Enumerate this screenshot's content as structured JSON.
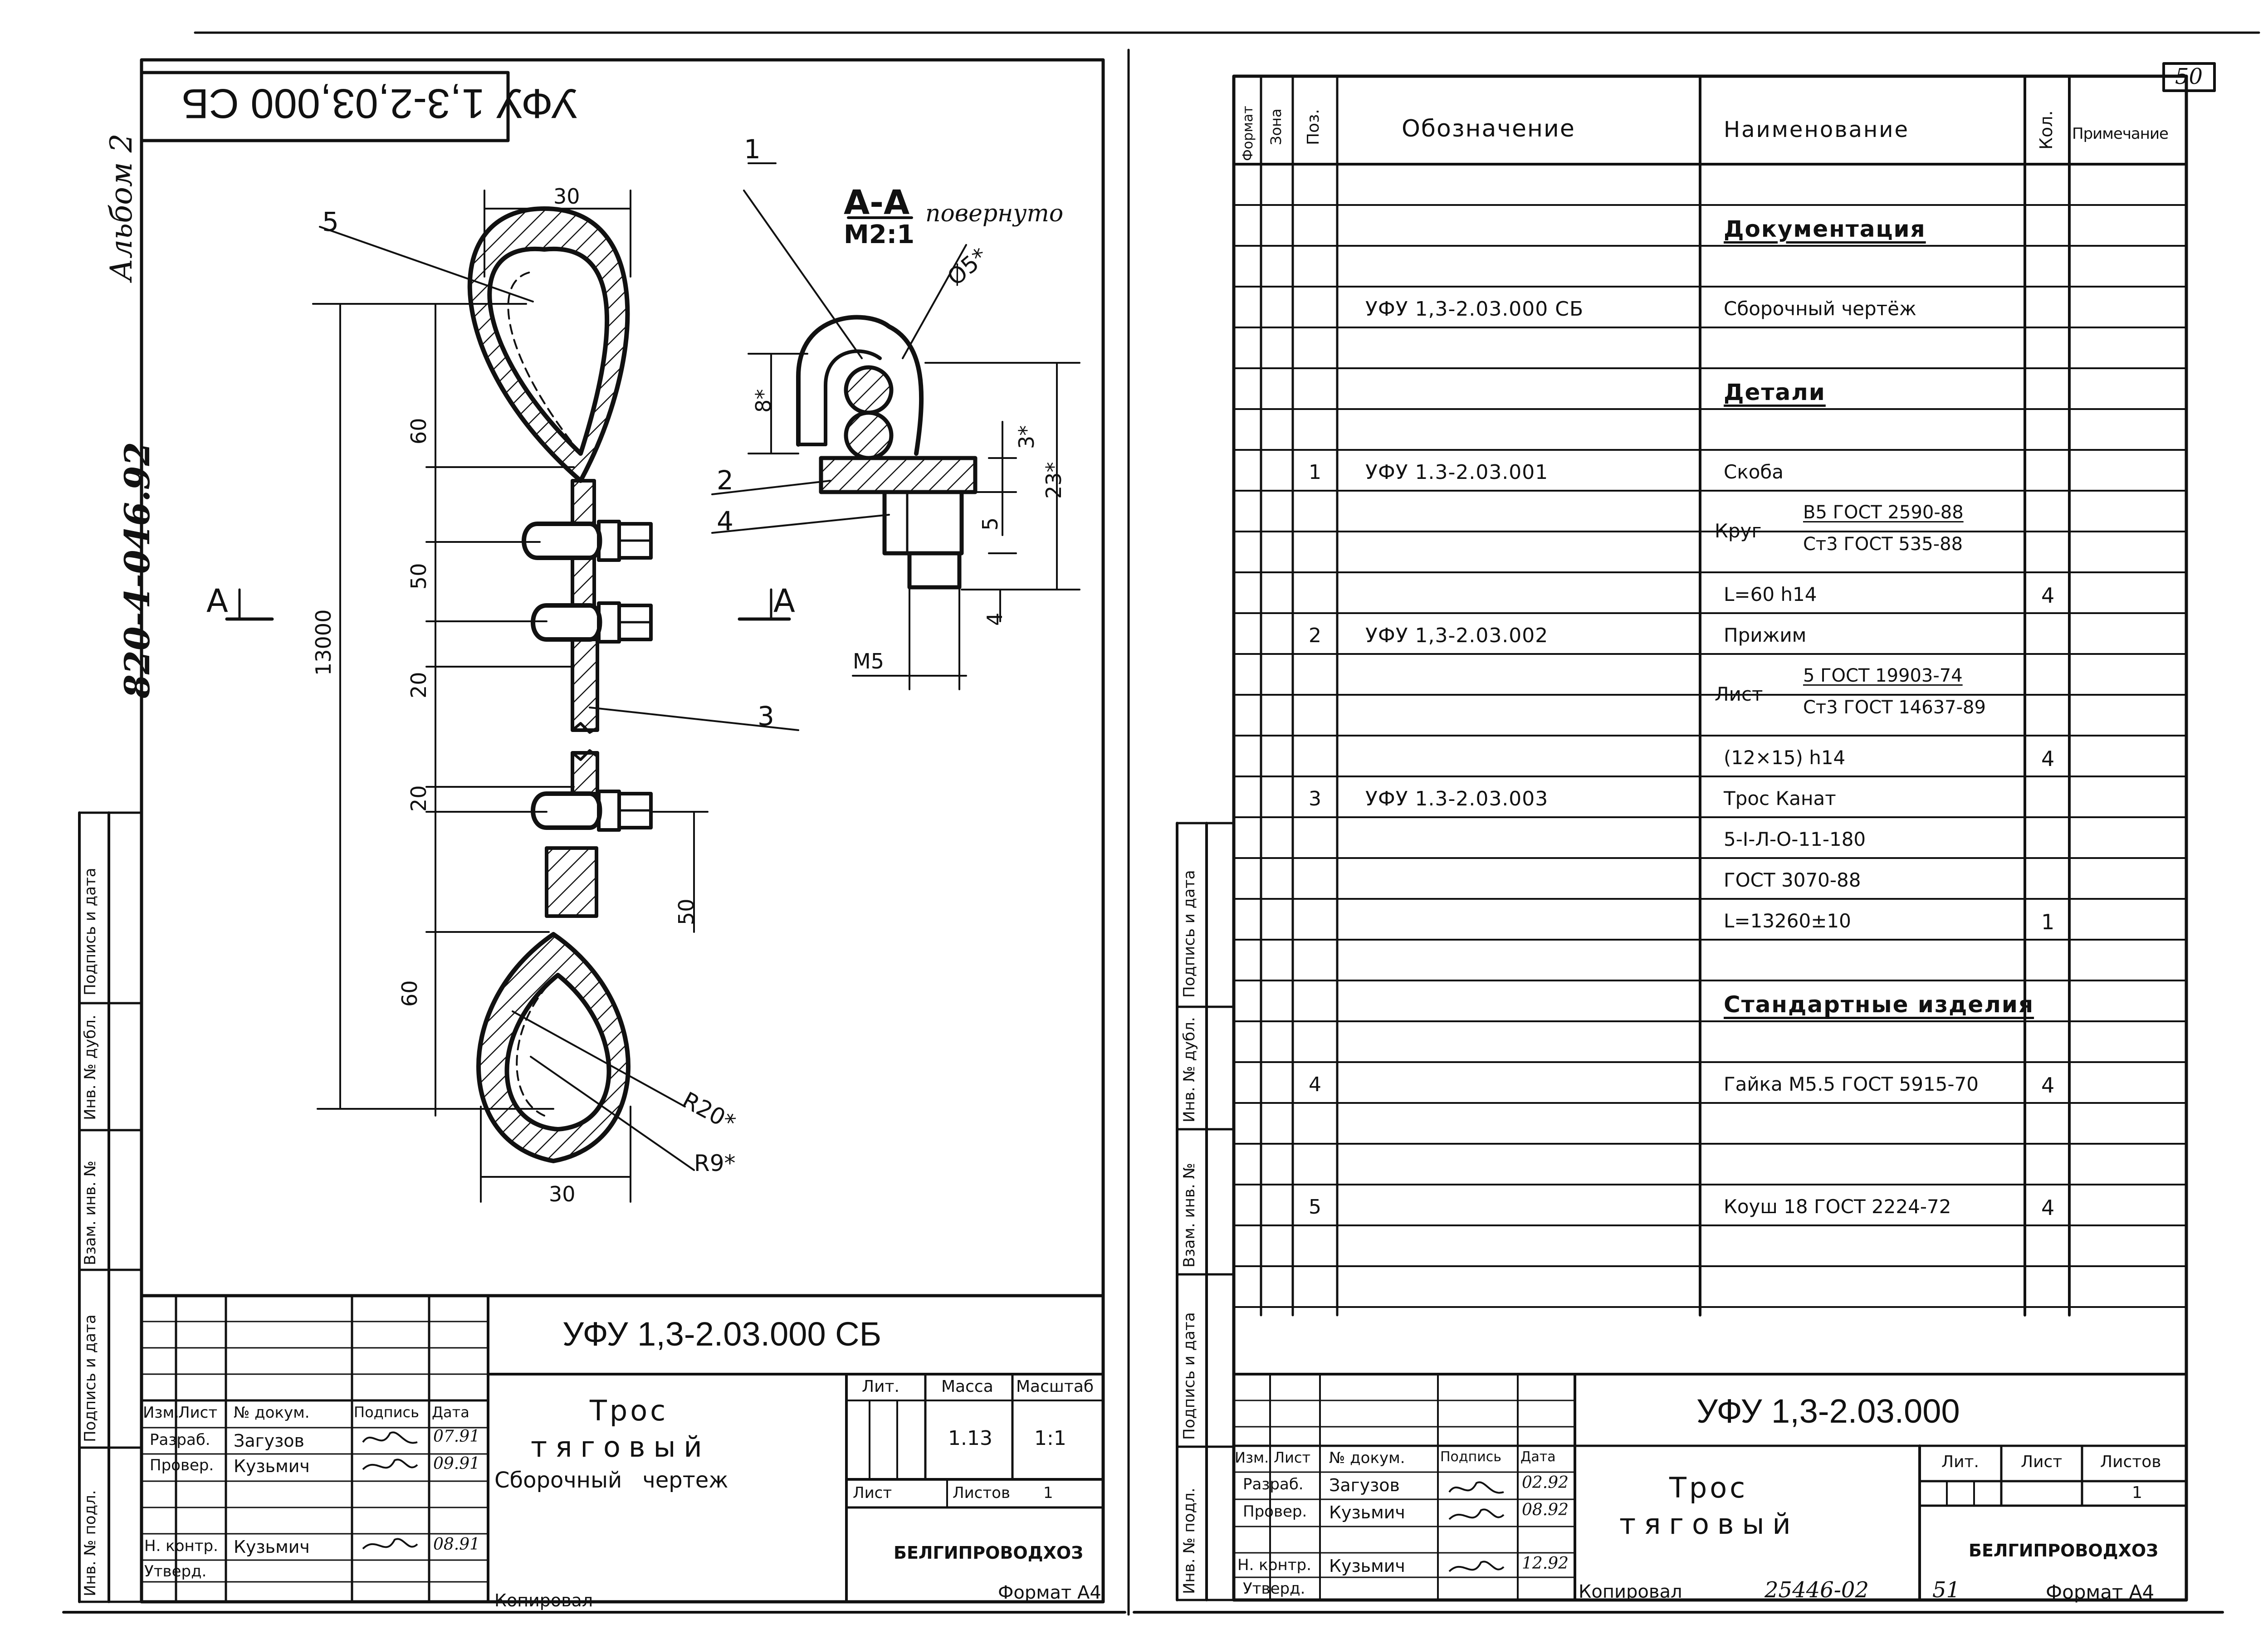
{
  "left_sheet": {
    "top_stamp": "УФУ 1,3-2,03,000 СБ",
    "album": "Альбом 2",
    "doc_code": "820-4-046.92",
    "section_title": "А-А",
    "section_note": "повернуто",
    "section_scale": "М2:1",
    "view_marker": "А",
    "dims": {
      "width_30_top": "30",
      "width_30_bottom": "30",
      "h60_top": "60",
      "h50": "50",
      "h13000": "13000",
      "h20_top": "20",
      "h20_bottom": "20",
      "h50_bottom": "50",
      "h60_bottom": "60",
      "r20": "R20*",
      "r9": "R9*",
      "d5": "Ø5*",
      "s8": "8*",
      "s3": "3*",
      "s23": "23*",
      "s5": "5",
      "s4": "4",
      "m5": "М5"
    },
    "callouts": [
      "1",
      "2",
      "3",
      "4",
      "5"
    ],
    "side_labels": {
      "sign_date": "Подпись и дата",
      "inv_dubl": "Инв. № дубл.",
      "vzam_inv": "Взам. инв. №",
      "sign_date2": "Подпись и дата",
      "inv_podl": "Инв. № подл."
    },
    "title_block": {
      "designation": "УФУ 1,3-2.03.000 СБ",
      "name_line1": "Трос",
      "name_line2": "тяговый",
      "doc_type": "Сборочный чертеж",
      "col_izm": "Изм.",
      "col_list": "Лист",
      "col_doc": "№ докум.",
      "col_sign": "Подпись",
      "col_date": "Дата",
      "razrab_label": "Разраб.",
      "razrab_name": "Загузов",
      "razrab_date": "07.91",
      "prover_label": "Провер.",
      "prover_name": "Кузьмич",
      "prover_date": "09.91",
      "nkontr_label": "Н. контр.",
      "nkontr_name": "Кузьмич",
      "nkontr_date": "08.91",
      "utverd_label": "Утверд.",
      "lit": "Лит.",
      "massa": "Масса",
      "masshtab": "Масштаб",
      "massa_value": "1.13",
      "scale_value": "1:1",
      "sheet": "Лист",
      "sheets": "Листов",
      "sheets_value": "1",
      "org": "БЕЛГИПРОВОДХОЗ"
    },
    "copied": "Копировал",
    "format": "Формат А4"
  },
  "right_sheet": {
    "page_number": "50",
    "headers": {
      "format": "Формат",
      "zone": "Зона",
      "pos": "Поз.",
      "designation": "Обозначение",
      "name": "Наименование",
      "qty": "Кол.",
      "note": "Примечание"
    },
    "rows": [
      {
        "pos": "",
        "designation": "",
        "name": "Документация",
        "qty": "",
        "section": true
      },
      {
        "pos": "",
        "designation": "УФУ 1,3-2.03.000 СБ",
        "name": "Сборочный чертёж",
        "qty": ""
      },
      {
        "pos": "",
        "designation": "",
        "name": "Детали",
        "qty": "",
        "section": true
      },
      {
        "pos": "1",
        "designation": "УФУ 1.3-2.03.001",
        "name": "Скоба",
        "qty": ""
      },
      {
        "pos": "",
        "designation": "",
        "name": "Круг",
        "name_top": "В5 ГОСТ 2590-88",
        "name_bottom": "Ст3 ГОСТ 535-88",
        "qty": ""
      },
      {
        "pos": "",
        "designation": "",
        "name": "L=60 h14",
        "qty": "4"
      },
      {
        "pos": "2",
        "designation": "УФУ 1,3-2.03.002",
        "name": "Прижим",
        "qty": ""
      },
      {
        "pos": "",
        "designation": "",
        "name": "Лист",
        "name_top": "5 ГОСТ 19903-74",
        "name_bottom": "Ст3 ГОСТ 14637-89",
        "qty": ""
      },
      {
        "pos": "",
        "designation": "",
        "name": "(12×15) h14",
        "qty": "4"
      },
      {
        "pos": "3",
        "designation": "УФУ 1.3-2.03.003",
        "name": "Трос   Канат",
        "qty": ""
      },
      {
        "pos": "",
        "designation": "",
        "name": "5-I-Л-О-11-180",
        "qty": ""
      },
      {
        "pos": "",
        "designation": "",
        "name": "ГОСТ 3070-88",
        "qty": ""
      },
      {
        "pos": "",
        "designation": "",
        "name": "L=13260±10",
        "qty": "1"
      },
      {
        "pos": "",
        "designation": "",
        "name": "Стандартные изделия",
        "qty": "",
        "section": true
      },
      {
        "pos": "4",
        "designation": "",
        "name": "Гайка М5.5 ГОСТ 5915-70",
        "qty": "4"
      },
      {
        "pos": "5",
        "designation": "",
        "name": "Коуш 18 ГОСТ 2224-72",
        "qty": "4"
      }
    ],
    "side_labels": {
      "sign_date": "Подпись и дата",
      "inv_dubl": "Инв. № дубл.",
      "vzam_inv": "Взам. инв. №",
      "sign_date2": "Подпись и дата",
      "inv_podl": "Инв. № подл."
    },
    "title_block": {
      "designation": "УФУ 1,3-2.03.000",
      "name_line1": "Трос",
      "name_line2": "тяговый",
      "col_izm": "Изм.",
      "col_list": "Лист",
      "col_doc": "№ докум.",
      "col_sign": "Подпись",
      "col_date": "Дата",
      "razrab_label": "Разраб.",
      "razrab_name": "Загузов",
      "razrab_date": "02.92",
      "prover_label": "Провер.",
      "prover_name": "Кузьмич",
      "prover_date": "08.92",
      "nkontr_label": "Н. контр.",
      "nkontr_name": "Кузьмич",
      "nkontr_date": "12.92",
      "utverd_label": "Утверд.",
      "lit": "Лит.",
      "sheet": "Лист",
      "sheets": "Листов",
      "sheets_value": "1",
      "org": "БЕЛГИПРОВОДХОЗ"
    },
    "copied": "Копировал",
    "copy_number": "25446-02",
    "copy_page": "51",
    "format": "Формат А4"
  }
}
